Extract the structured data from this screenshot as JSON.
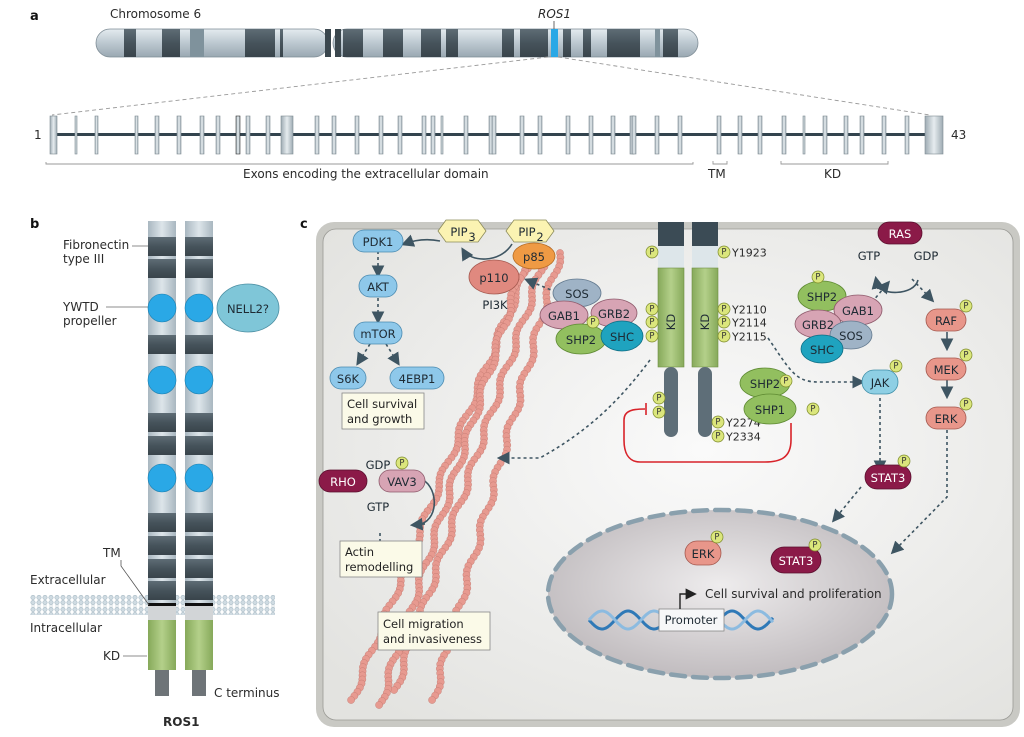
{
  "panels": {
    "a": "a",
    "b": "b",
    "c": "c"
  },
  "panel_a": {
    "chromosome_label": "Chromosome 6",
    "gene_label": "ROS1",
    "exon_first_label": "1",
    "exon_last_label": "43",
    "exon_count": 43,
    "bracket_extracellular": "Exons encoding the extracellular domain",
    "bracket_tm": "TM",
    "bracket_kd": "KD"
  },
  "panel_b": {
    "fibronectin_label_1": "Fibronectin",
    "fibronectin_label_2": "type III",
    "ywtd_label_1": "YWTD",
    "ywtd_label_2": "propeller",
    "ligand": "NELL2?",
    "tm_label": "TM",
    "extracellular_label": "Extracellular",
    "intracellular_label": "Intracellular",
    "kd_label": "KD",
    "c_terminus_label": "C terminus",
    "protein_name": "ROS1"
  },
  "panel_c": {
    "pip3": "PIP",
    "pip3_sub": "3",
    "pip2": "PIP",
    "pip2_sub": "2",
    "pdk1": "PDK1",
    "akt": "AKT",
    "mtor": "mTOR",
    "s6k": "S6K",
    "ebp1": "4EBP1",
    "survival_growth_1": "Cell survival",
    "survival_growth_2": "and growth",
    "p85": "p85",
    "p110": "p110",
    "pi3k": "PI3K",
    "sos": "SOS",
    "gab1": "GAB1",
    "grb2": "GRB2",
    "shp2": "SHP2",
    "shc": "SHC",
    "phospho": "P",
    "kd": "KD",
    "sites": [
      "Y1923",
      "Y2110",
      "Y2114",
      "Y2115",
      "Y2274",
      "Y2334"
    ],
    "shp1": "SHP1",
    "ras": "RAS",
    "gtp": "GTP",
    "gdp": "GDP",
    "raf": "RAF",
    "mek": "MEK",
    "erk": "ERK",
    "jak": "JAK",
    "stat3": "STAT3",
    "rho": "RHO",
    "vav3": "VAV3",
    "actin_1": "Actin",
    "actin_2": "remodelling",
    "migration_1": "Cell migration",
    "migration_2": "and invasiveness",
    "nucleus_outcome": "Cell survival and proliferation",
    "promoter": "Promoter"
  },
  "colors": {
    "kinase_blue": "#8ec8ea",
    "ros_green": "#9cbf6a",
    "pink": "#d9a6b4",
    "maroon": "#8b1a48",
    "salmon": "#e8968a",
    "teal": "#1fa3bf",
    "phospho_yellow": "#d9e67a",
    "inhibition_red": "#d8232a",
    "ywtd_blue": "#2aa8e6"
  }
}
